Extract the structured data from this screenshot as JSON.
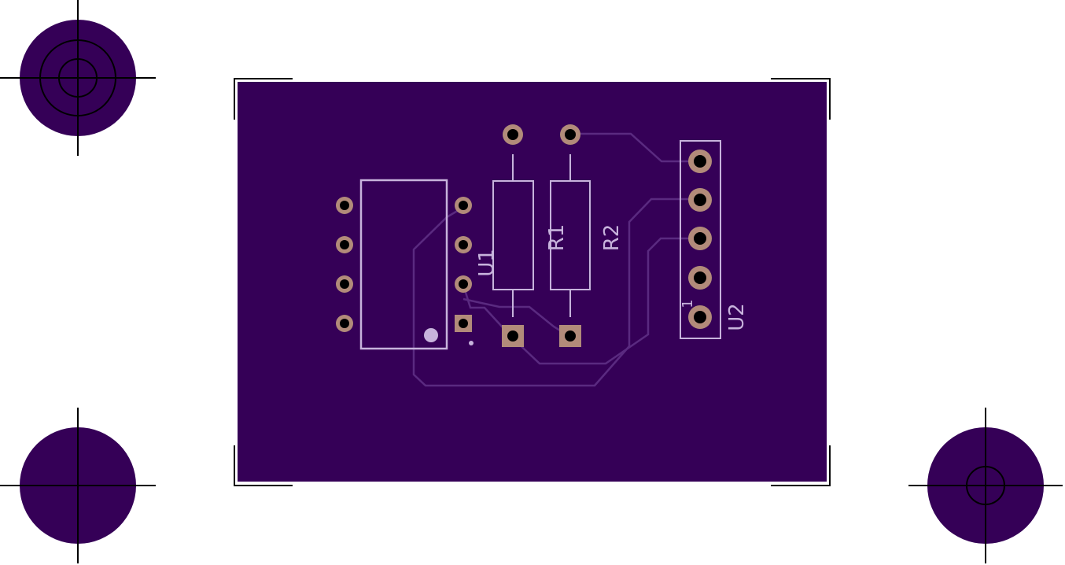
{
  "colors": {
    "background": "#ffffff",
    "board": "#350057",
    "fiducial": "#350057",
    "crosshair": "#000000",
    "silkscreen": "#c7b3dc",
    "trace": "#5a2a80",
    "pad_copper": "#b28b7a",
    "drill": "#000000"
  },
  "labels": {
    "u1": "U1",
    "r1": "R1",
    "r2": "R2",
    "u2": "U2",
    "u2_pin1": "1"
  },
  "icons": {
    "fiducial_top_left": "target-fiducial-icon",
    "fiducial_bottom_left": "crosshair-fiducial-icon",
    "fiducial_bottom_right": "target-fiducial-icon"
  }
}
